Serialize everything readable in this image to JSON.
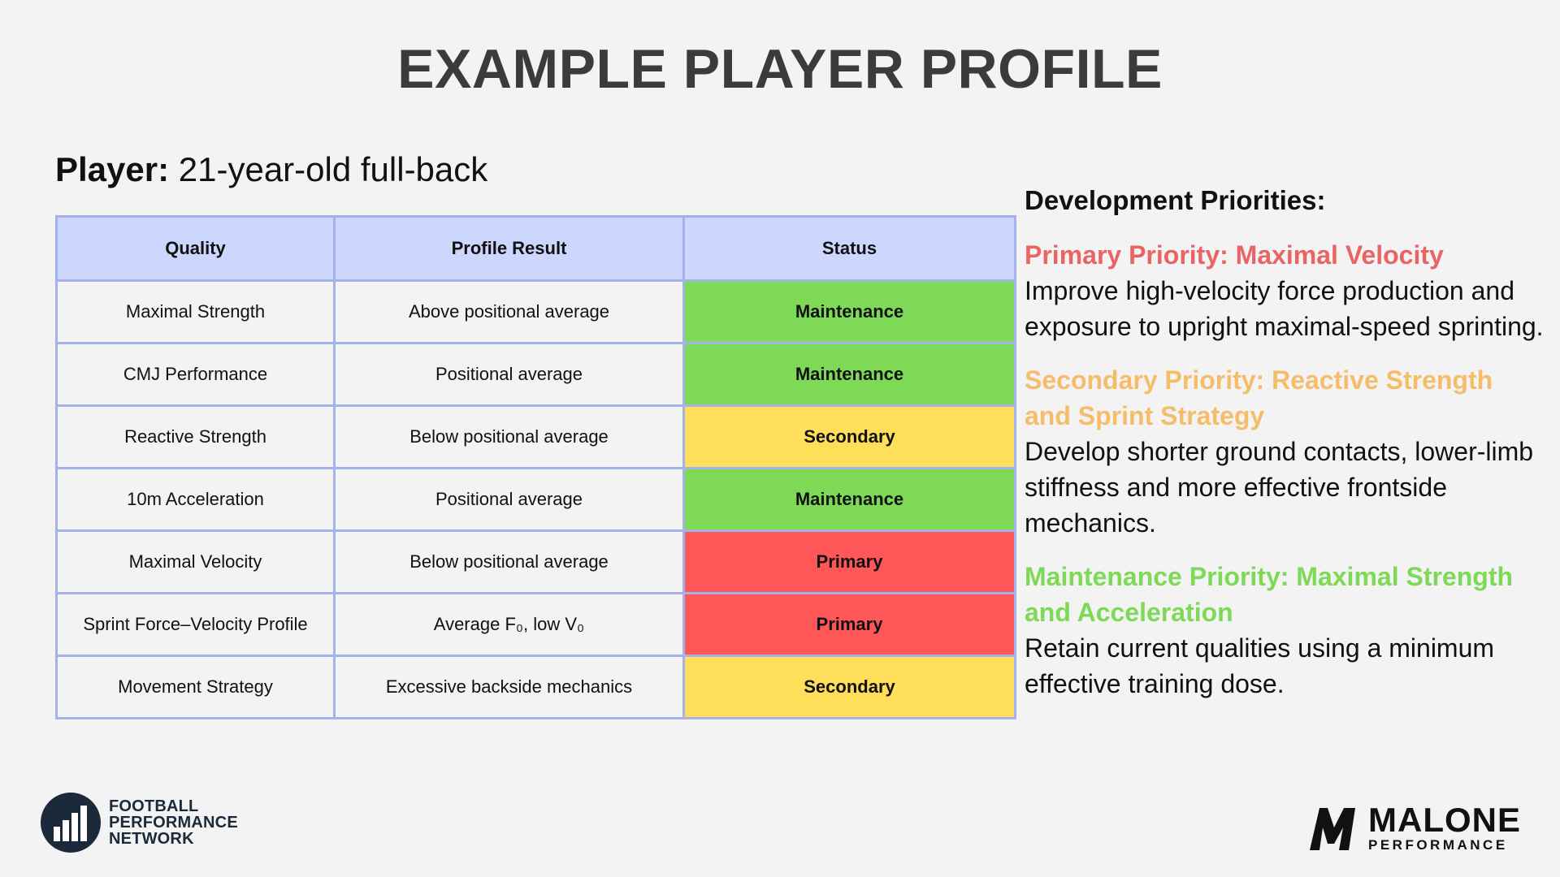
{
  "title": "EXAMPLE PLAYER PROFILE",
  "player": {
    "label": "Player:",
    "value": "21-year-old full-back"
  },
  "table": {
    "headers": [
      "Quality",
      "Profile Result",
      "Status"
    ],
    "rows": [
      {
        "quality": "Maximal Strength",
        "result": "Above positional average",
        "status": "Maintenance"
      },
      {
        "quality": "CMJ Performance",
        "result": "Positional average",
        "status": "Maintenance"
      },
      {
        "quality": "Reactive Strength",
        "result": "Below positional average",
        "status": "Secondary"
      },
      {
        "quality": "10m Acceleration",
        "result": "Positional average",
        "status": "Maintenance"
      },
      {
        "quality": "Maximal Velocity",
        "result": "Below positional average",
        "status": "Primary"
      },
      {
        "quality": "Sprint Force–Velocity Profile",
        "result": "Average F₀, low V₀",
        "status": "Primary"
      },
      {
        "quality": "Movement Strategy",
        "result": "Excessive backside mechanics",
        "status": "Secondary"
      }
    ]
  },
  "status_colors": {
    "Maintenance": "#7ed957",
    "Secondary": "#ffde59",
    "Primary": "#ff5757"
  },
  "priorities": {
    "heading": "Development Priorities:",
    "items": [
      {
        "heading": "Primary Priority: Maximal Velocity",
        "text": "Improve high-velocity force production and exposure to upright maximal-speed sprinting.",
        "color": "#e96565"
      },
      {
        "heading": "Secondary Priority: Reactive Strength and Sprint Strategy",
        "text": "Develop shorter ground contacts, lower-limb stiffness and more effective frontside mechanics.",
        "color": "#f5bd6a"
      },
      {
        "heading": "Maintenance Priority: Maximal Strength and Acceleration",
        "text": "Retain current qualities using a minimum effective training dose.",
        "color": "#7ed957"
      }
    ]
  },
  "logos": {
    "left": {
      "line1": "FOOTBALL",
      "line2": "PERFORMANCE",
      "line3": "NETWORK",
      "icon": "bar-chart-circle-icon"
    },
    "right": {
      "name": "MALONE",
      "sub": "PERFORMANCE",
      "icon": "malone-m-icon"
    }
  }
}
